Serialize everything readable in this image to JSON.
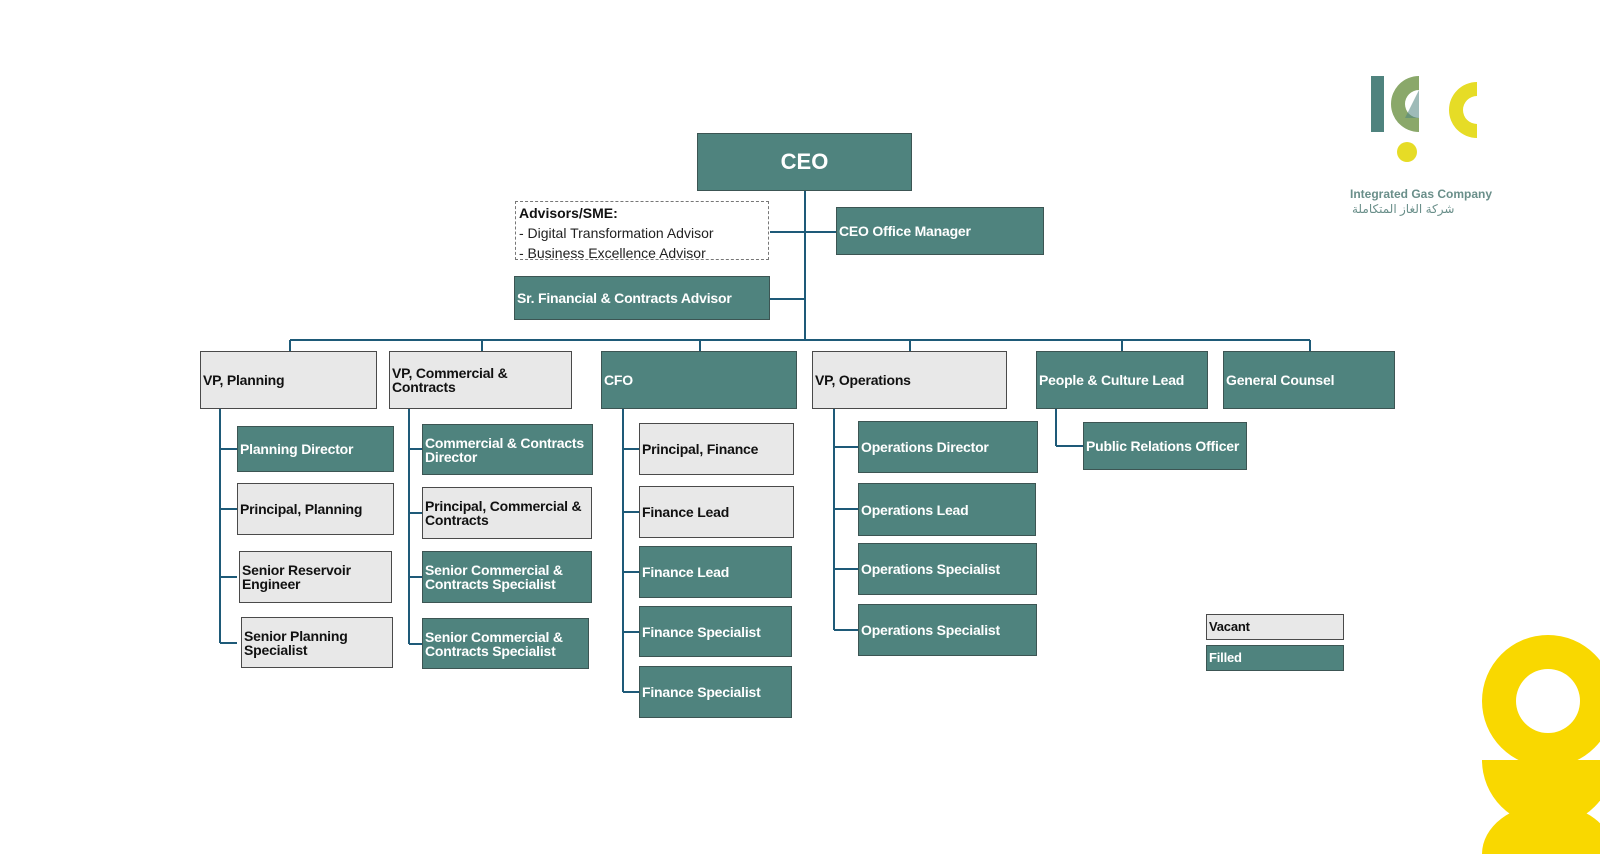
{
  "chart": {
    "ceo": "CEO",
    "ceo_office_manager": "CEO Office Manager",
    "advisors_heading": "Advisors/SME:",
    "advisors": [
      "- Digital Transformation Advisor",
      "- Business Excellence Advisor"
    ],
    "sr_financial_advisor": "Sr. Financial & Contracts Advisor",
    "departments": [
      {
        "head": "VP, Planning",
        "status": "vacant",
        "reports": [
          {
            "title": "Planning Director",
            "status": "filled"
          },
          {
            "title": "Principal, Planning",
            "status": "vacant"
          },
          {
            "title": "Senior Reservoir Engineer",
            "status": "vacant"
          },
          {
            "title": "Senior Planning Specialist",
            "status": "vacant"
          }
        ]
      },
      {
        "head": "VP, Commercial & Contracts",
        "status": "vacant",
        "reports": [
          {
            "title": "Commercial & Contracts Director",
            "status": "filled"
          },
          {
            "title": "Principal, Commercial & Contracts",
            "status": "vacant"
          },
          {
            "title": "Senior Commercial & Contracts Specialist",
            "status": "filled"
          },
          {
            "title": "Senior Commercial & Contracts Specialist",
            "status": "filled"
          }
        ]
      },
      {
        "head": "CFO",
        "status": "filled",
        "reports": [
          {
            "title": "Principal, Finance",
            "status": "vacant"
          },
          {
            "title": "Finance Lead",
            "status": "vacant"
          },
          {
            "title": "Finance Lead",
            "status": "filled"
          },
          {
            "title": "Finance Specialist",
            "status": "filled"
          },
          {
            "title": "Finance Specialist",
            "status": "filled"
          }
        ]
      },
      {
        "head": "VP, Operations",
        "status": "vacant",
        "reports": [
          {
            "title": "Operations Director",
            "status": "filled"
          },
          {
            "title": "Operations Lead",
            "status": "filled"
          },
          {
            "title": "Operations Specialist",
            "status": "filled"
          },
          {
            "title": "Operations Specialist",
            "status": "filled"
          }
        ]
      },
      {
        "head": "People & Culture Lead",
        "status": "filled",
        "reports": [
          {
            "title": "Public Relations Officer",
            "status": "filled"
          }
        ]
      },
      {
        "head": "General Counsel",
        "status": "filled",
        "reports": []
      }
    ]
  },
  "legend": {
    "vacant": "Vacant",
    "filled": "Filled"
  },
  "logo": {
    "mark": "igc",
    "name_en": "Integrated Gas Company",
    "name_ar": "شركة الغاز المتكاملة"
  },
  "colors": {
    "filled": "#4f837e",
    "vacant": "#e8e8e8",
    "connector": "#1e5a78",
    "accent_yellow": "#f9d800",
    "logo_teal": "#4f837e",
    "logo_yellow": "#e6dc26"
  }
}
